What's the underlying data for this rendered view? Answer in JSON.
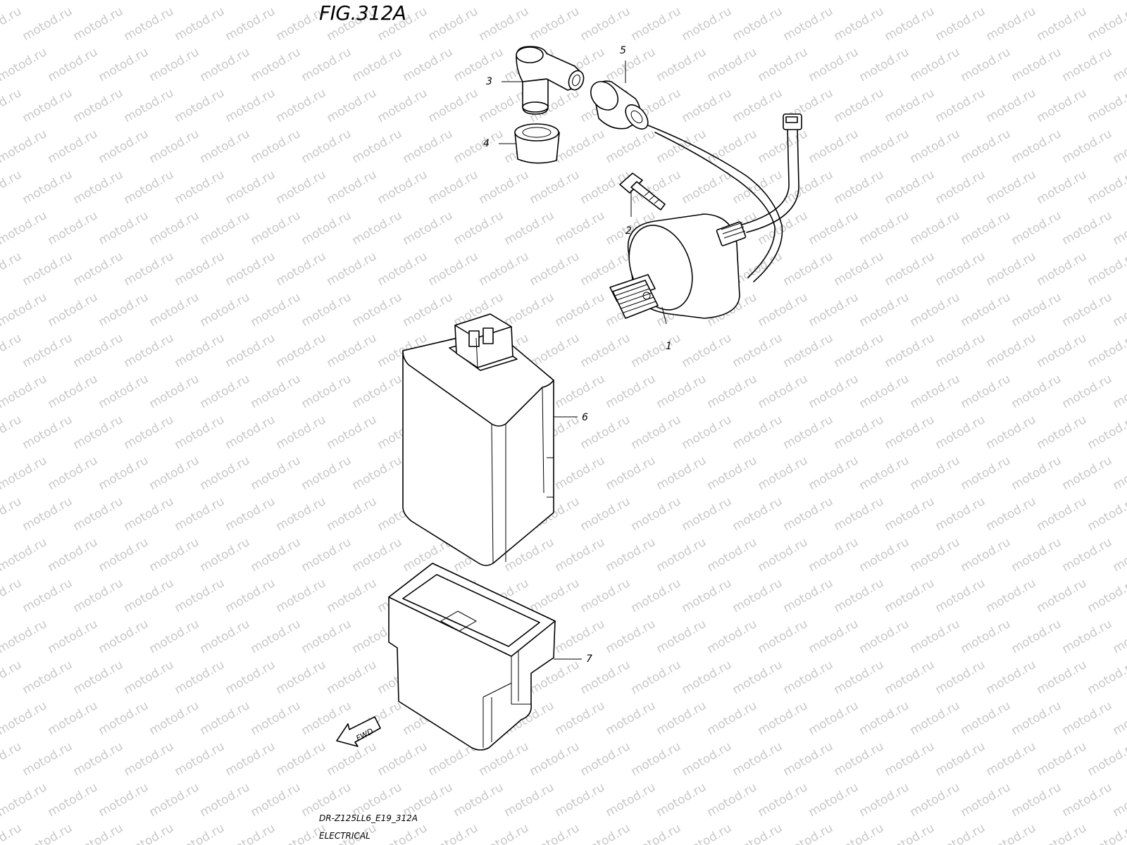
{
  "title": "FIG.312A",
  "footer": {
    "model_code": "DR-Z125LL6_E19_312A",
    "section": "ELECTRICAL"
  },
  "watermark": "motod.ru",
  "parts": [
    {
      "ref": "1"
    },
    {
      "ref": "2"
    },
    {
      "ref": "3"
    },
    {
      "ref": "4"
    },
    {
      "ref": "5"
    },
    {
      "ref": "6"
    },
    {
      "ref": "7"
    }
  ],
  "direction_marker": "FWD"
}
